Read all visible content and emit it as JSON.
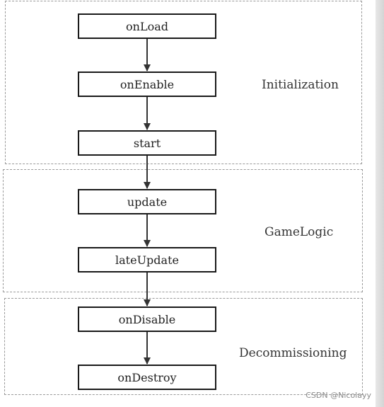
{
  "groups": {
    "initialization": "Initialization",
    "game_logic": "GameLogic",
    "decommissioning": "Decommissioning"
  },
  "steps": {
    "on_load": "onLoad",
    "on_enable": "onEnable",
    "start": "start",
    "update": "update",
    "late_update": "lateUpdate",
    "on_disable": "onDisable",
    "on_destroy": "onDestroy"
  },
  "watermark": "CSDN @Nicolayy"
}
